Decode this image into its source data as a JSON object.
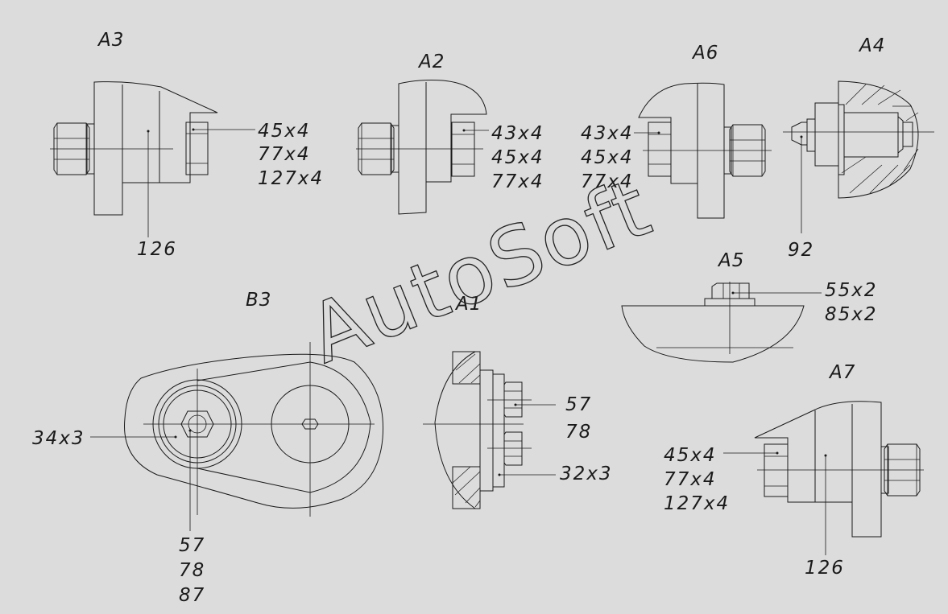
{
  "watermark": "AutoSoft",
  "views": {
    "A3": {
      "title": "A3",
      "labels": [
        "45x4",
        "77x4",
        "127x4"
      ],
      "bottom_label": "126"
    },
    "A2": {
      "title": "A2",
      "labels": [
        "43x4",
        "45x4",
        "77x4"
      ]
    },
    "A6": {
      "title": "A6",
      "labels": [
        "43x4",
        "45x4",
        "77x4"
      ]
    },
    "A4": {
      "title": "A4",
      "bottom_label": "92"
    },
    "A5": {
      "title": "A5",
      "labels": [
        "55x2",
        "85x2"
      ]
    },
    "B3": {
      "title": "B3",
      "side_label": "34x3",
      "bottom_labels": [
        "57",
        "78",
        "87"
      ]
    },
    "A1": {
      "title": "A1",
      "labels": [
        "57",
        "78"
      ],
      "bottom_label": "32x3"
    },
    "A7": {
      "title": "A7",
      "labels": [
        "45x4",
        "77x4",
        "127x4"
      ],
      "bottom_label": "126"
    }
  }
}
